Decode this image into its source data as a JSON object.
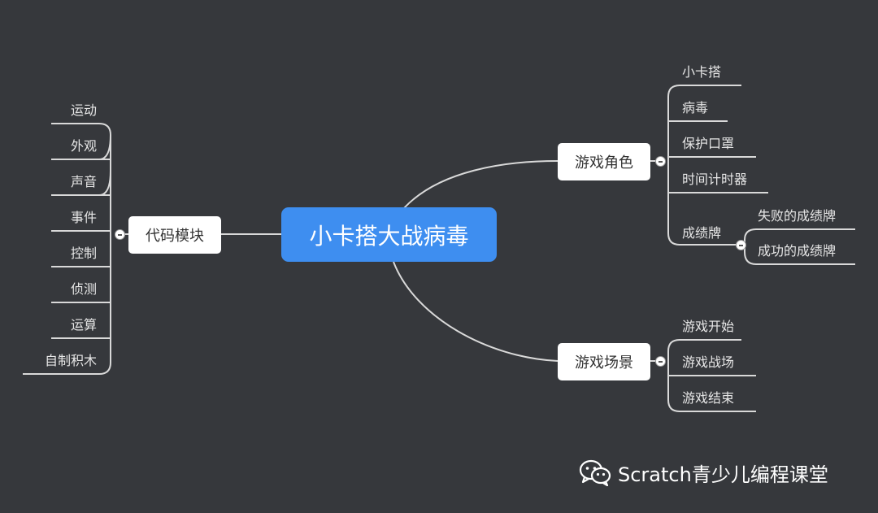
{
  "mindmap": {
    "root": "小卡搭大战病毒",
    "code_blocks": {
      "label": "代码模块",
      "items": [
        "运动",
        "外观",
        "声音",
        "事件",
        "控制",
        "侦测",
        "运算",
        "自制积木"
      ]
    },
    "game_roles": {
      "label": "游戏角色",
      "items": [
        "小卡搭",
        "病毒",
        "保护口罩",
        "时间计时器",
        "成绩牌"
      ],
      "scoreboard_children": [
        "失败的成绩牌",
        "成功的成绩牌"
      ]
    },
    "game_scenes": {
      "label": "游戏场景",
      "items": [
        "游戏开始",
        "游戏战场",
        "游戏结束"
      ]
    }
  },
  "footer": {
    "brand": "Scratch青少儿编程课堂",
    "icon": "wechat-icon"
  },
  "colors": {
    "background": "#36383c",
    "root": "#3e8ef0",
    "branch": "#ffffff",
    "line": "#d9d9d9"
  }
}
